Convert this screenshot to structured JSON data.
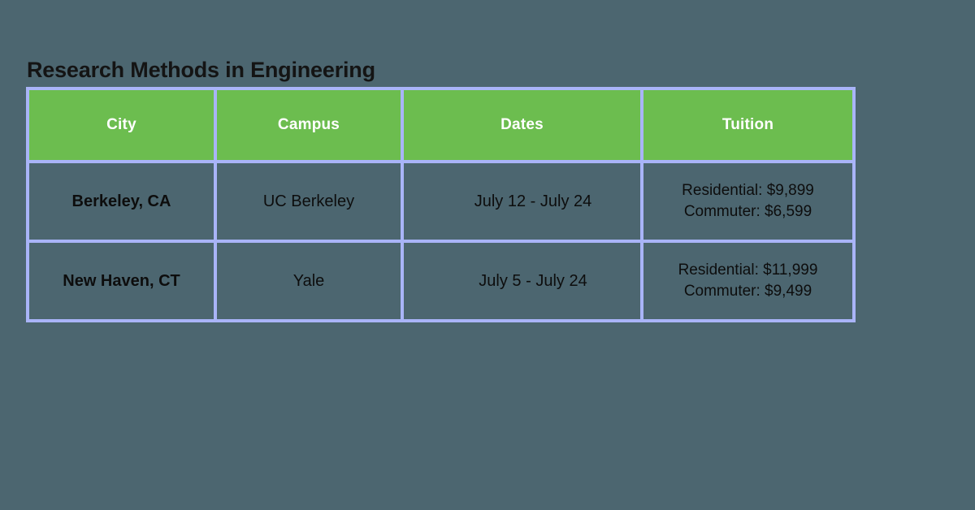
{
  "title": "Research Methods in Engineering",
  "colors": {
    "background": "#4C6670",
    "header_bg": "#6CBD4F",
    "header_text": "#FFFFFF",
    "border": "#A9B4F8",
    "title_text": "#141414",
    "body_text": "#0D0D0D"
  },
  "chart_data": {
    "type": "table",
    "title": "Research Methods in Engineering",
    "columns": [
      "City",
      "Campus",
      "Dates",
      "Tuition"
    ],
    "rows": [
      {
        "city": "Berkeley, CA",
        "campus": "UC Berkeley",
        "dates": "July 12 - July 24",
        "tuition_residential": "Residential: $9,899",
        "tuition_commuter": "Commuter: $6,599"
      },
      {
        "city": "New Haven, CT",
        "campus": "Yale",
        "dates": "July 5 - July 24",
        "tuition_residential": "Residential: $11,999",
        "tuition_commuter": "Commuter: $9,499"
      }
    ],
    "layout": {
      "header_fill": "green",
      "body_fill": "transparent",
      "grid": "on"
    }
  }
}
